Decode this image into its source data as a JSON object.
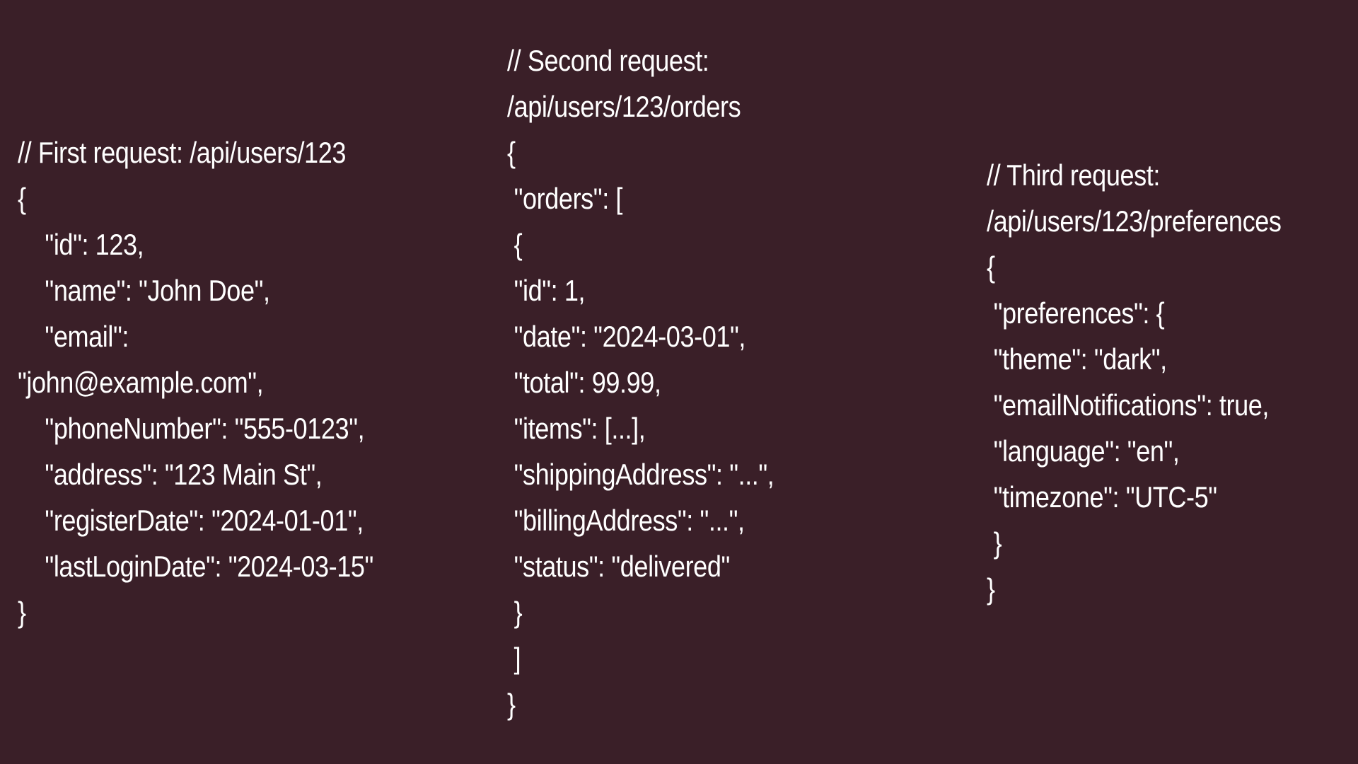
{
  "blocks": [
    {
      "id": "first",
      "lines": [
        "// First request: /api/users/123",
        "{",
        "    \"id\": 123,",
        "    \"name\": \"John Doe\",",
        "    \"email\":",
        "\"john@example.com\",",
        "    \"phoneNumber\": \"555-0123\",",
        "    \"address\": \"123 Main St\",",
        "    \"registerDate\": \"2024-01-01\",",
        "    \"lastLoginDate\": \"2024-03-15\"",
        "}"
      ]
    },
    {
      "id": "second",
      "lines": [
        "// Second request:",
        "/api/users/123/orders",
        "{",
        " \"orders\": [",
        " {",
        " \"id\": 1,",
        " \"date\": \"2024-03-01\",",
        " \"total\": 99.99,",
        " \"items\": [...],",
        " \"shippingAddress\": \"...\",",
        " \"billingAddress\": \"...\",",
        " \"status\": \"delivered\"",
        " }",
        " ]",
        "}"
      ]
    },
    {
      "id": "third",
      "lines": [
        "// Third request:",
        "/api/users/123/preferences",
        "{",
        " \"preferences\": {",
        " \"theme\": \"dark\",",
        " \"emailNotifications\": true,",
        " \"language\": \"en\",",
        " \"timezone\": \"UTC-5\"",
        " }",
        "}"
      ]
    }
  ],
  "colors": {
    "background": "#3a1f28",
    "text": "#ffffff"
  }
}
